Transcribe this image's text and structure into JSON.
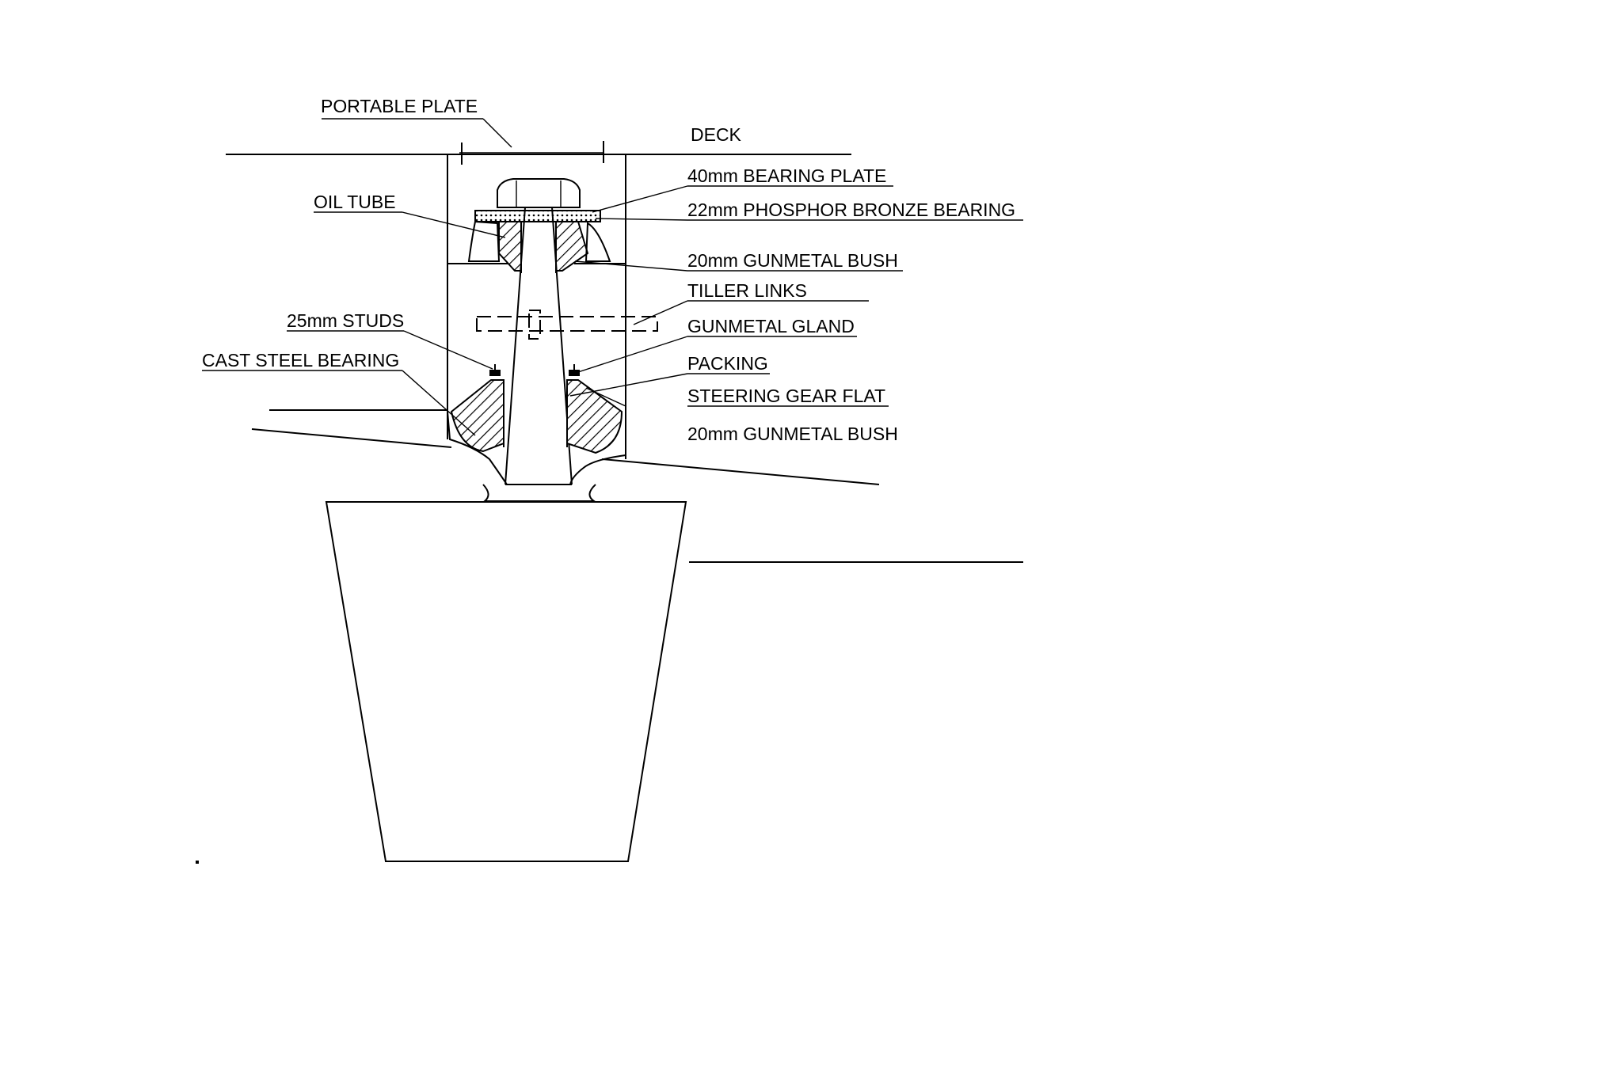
{
  "labels": {
    "portable_plate": "PORTABLE PLATE",
    "deck": "DECK",
    "bearing_plate": "40mm BEARING PLATE",
    "phosphor_bronze_bearing": "22mm PHOSPHOR BRONZE BEARING",
    "oil_tube": "OIL TUBE",
    "gunmetal_bush_upper": "20mm GUNMETAL BUSH",
    "tiller_links": "TILLER LINKS",
    "studs": "25mm STUDS",
    "gunmetal_gland": "GUNMETAL GLAND",
    "cast_steel_bearing": "CAST STEEL BEARING",
    "packing": "PACKING",
    "steering_gear_flat": "STEERING GEAR FLAT",
    "gunmetal_bush_lower": "20mm GUNMETAL BUSH"
  },
  "colors": {
    "line": "#000000",
    "background": "#ffffff"
  }
}
